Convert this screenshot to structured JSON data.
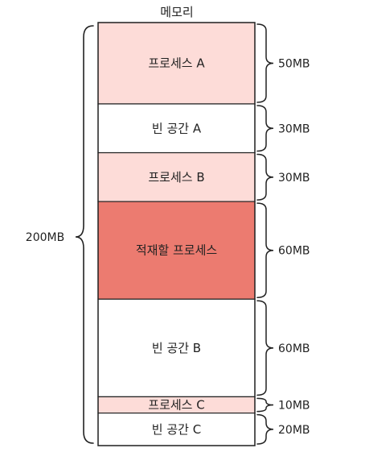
{
  "memory": {
    "title": "메모리",
    "total_label": "200MB",
    "segments": [
      {
        "label": "프로세스 A",
        "size_label": "50MB",
        "size": 50,
        "fill": "#fddcd8"
      },
      {
        "label": "빈 공간 A",
        "size_label": "30MB",
        "size": 30,
        "fill": "#ffffff"
      },
      {
        "label": "프로세스 B",
        "size_label": "30MB",
        "size": 30,
        "fill": "#fddcd8"
      },
      {
        "label": "적재할 프로세스",
        "size_label": "60MB",
        "size": 60,
        "fill": "#ec7b70"
      },
      {
        "label": "빈 공간 B",
        "size_label": "60MB",
        "size": 60,
        "fill": "#ffffff"
      },
      {
        "label": "프로세스 C",
        "size_label": "10MB",
        "size": 10,
        "fill": "#fddcd8"
      },
      {
        "label": "빈 공간 C",
        "size_label": "20MB",
        "size": 20,
        "fill": "#ffffff"
      }
    ]
  }
}
